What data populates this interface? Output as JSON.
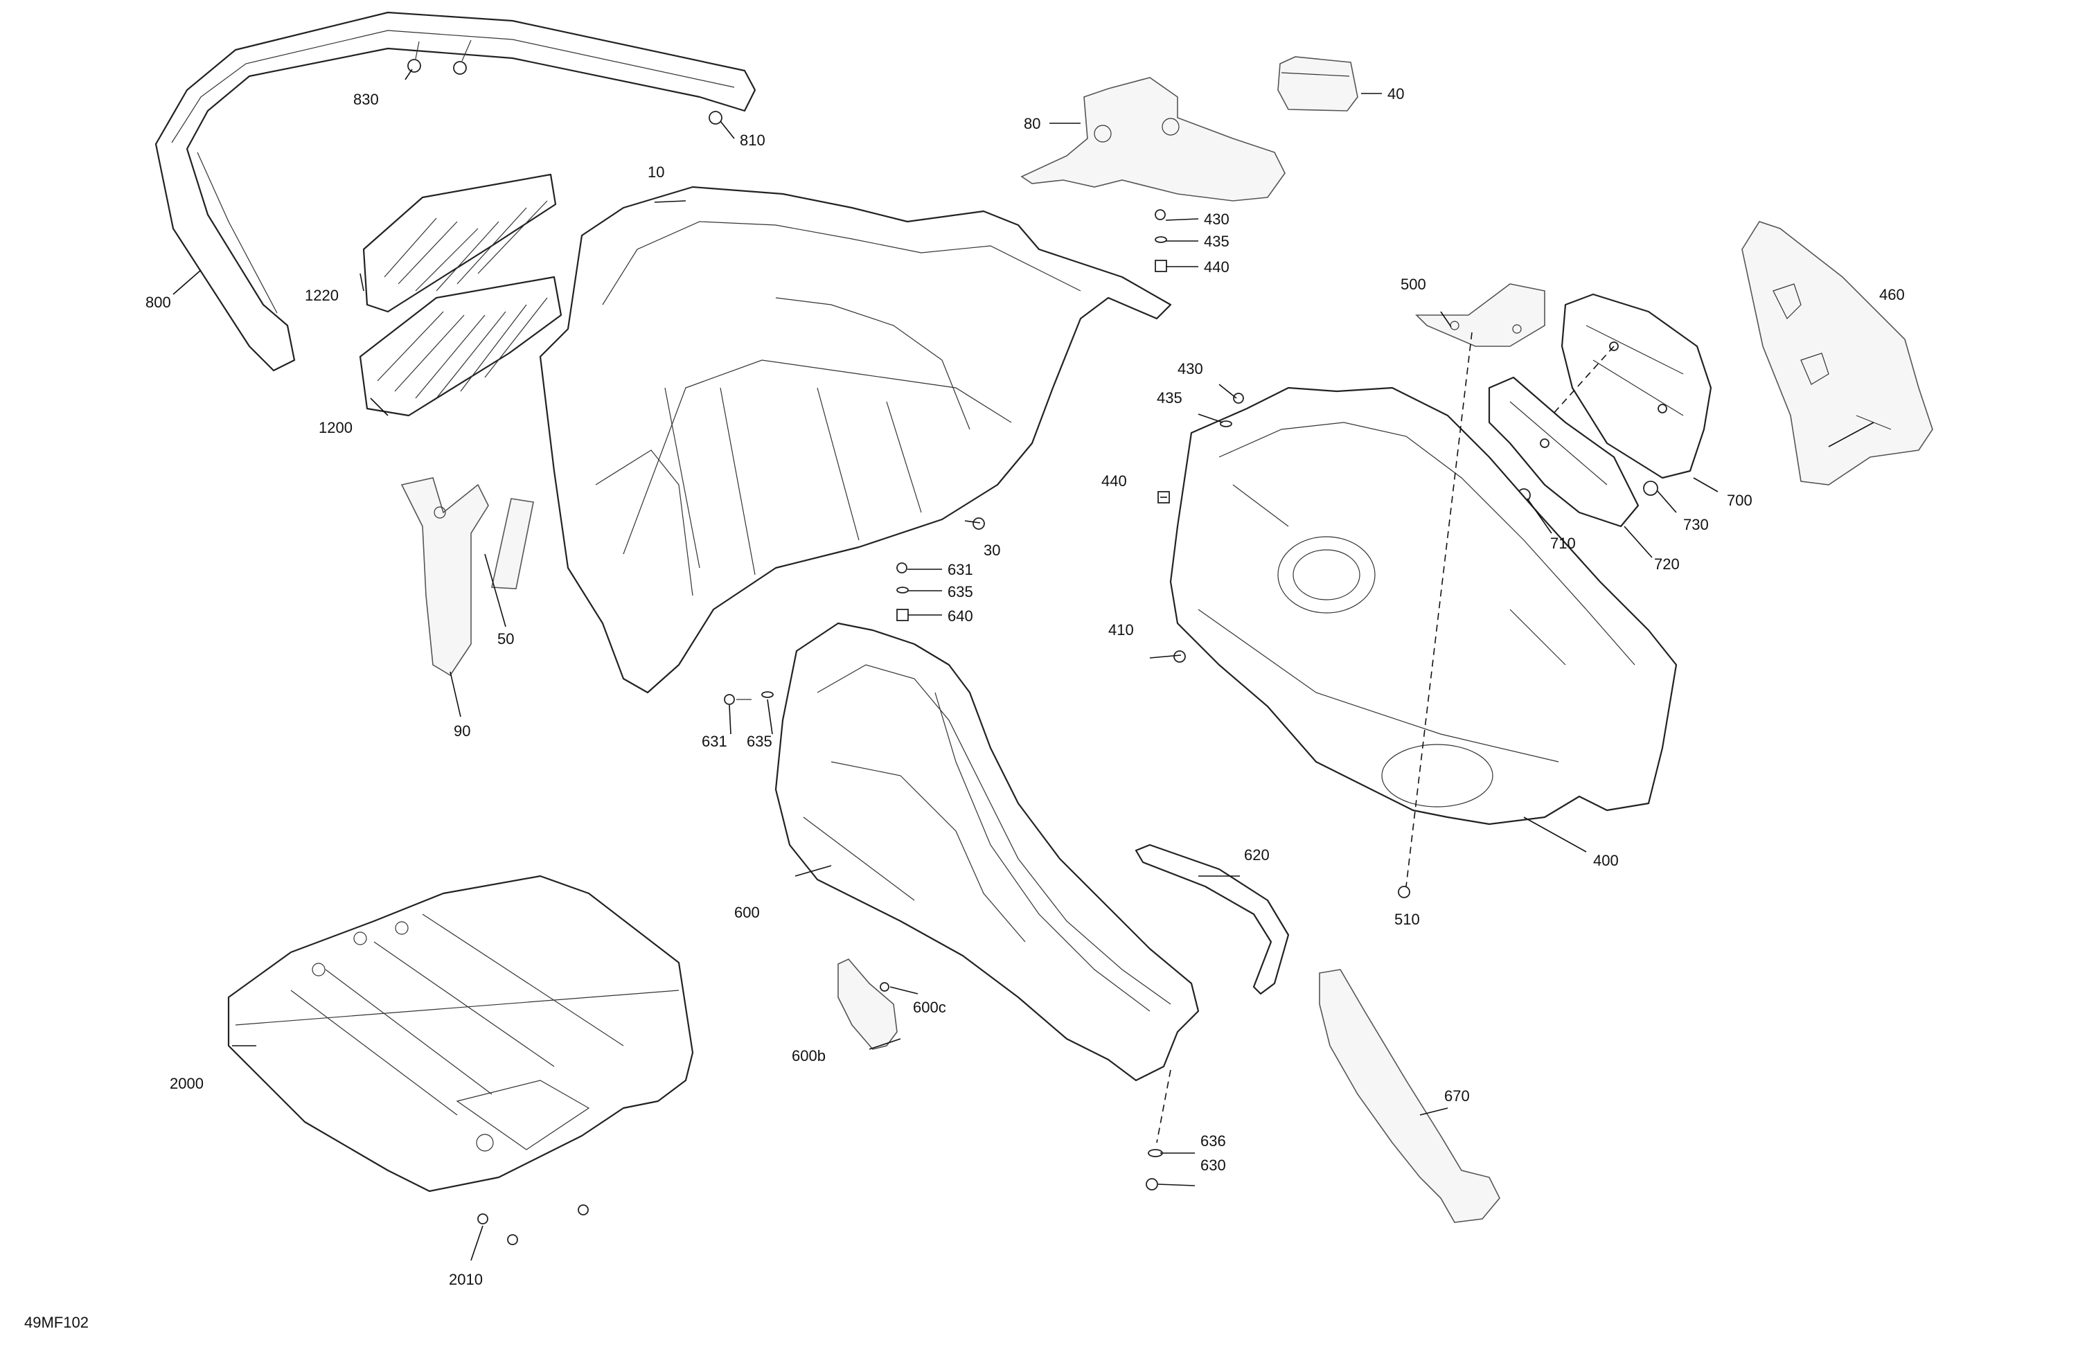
{
  "diagram": {
    "reference": "49MF102",
    "callouts": {
      "c10": "10",
      "c30": "30",
      "c40": "40",
      "c50": "50",
      "c80": "80",
      "c90": "90",
      "c400": "400",
      "c410": "410",
      "c430a": "430",
      "c435a": "435",
      "c440a": "440",
      "c430b": "430",
      "c435b": "435",
      "c440b": "440",
      "c460": "460",
      "c500": "500",
      "c510": "510",
      "c600": "600",
      "c600b": "600b",
      "c600c": "600c",
      "c620": "620",
      "c630": "630",
      "c631a": "631",
      "c631b": "631",
      "c635a": "635",
      "c635b": "635",
      "c636": "636",
      "c640": "640",
      "c670": "670",
      "c700": "700",
      "c710": "710",
      "c720": "720",
      "c730": "730",
      "c800": "800",
      "c810": "810",
      "c830": "830",
      "c1200": "1200",
      "c1220": "1220",
      "c2000": "2000",
      "c2010": "2010"
    }
  }
}
